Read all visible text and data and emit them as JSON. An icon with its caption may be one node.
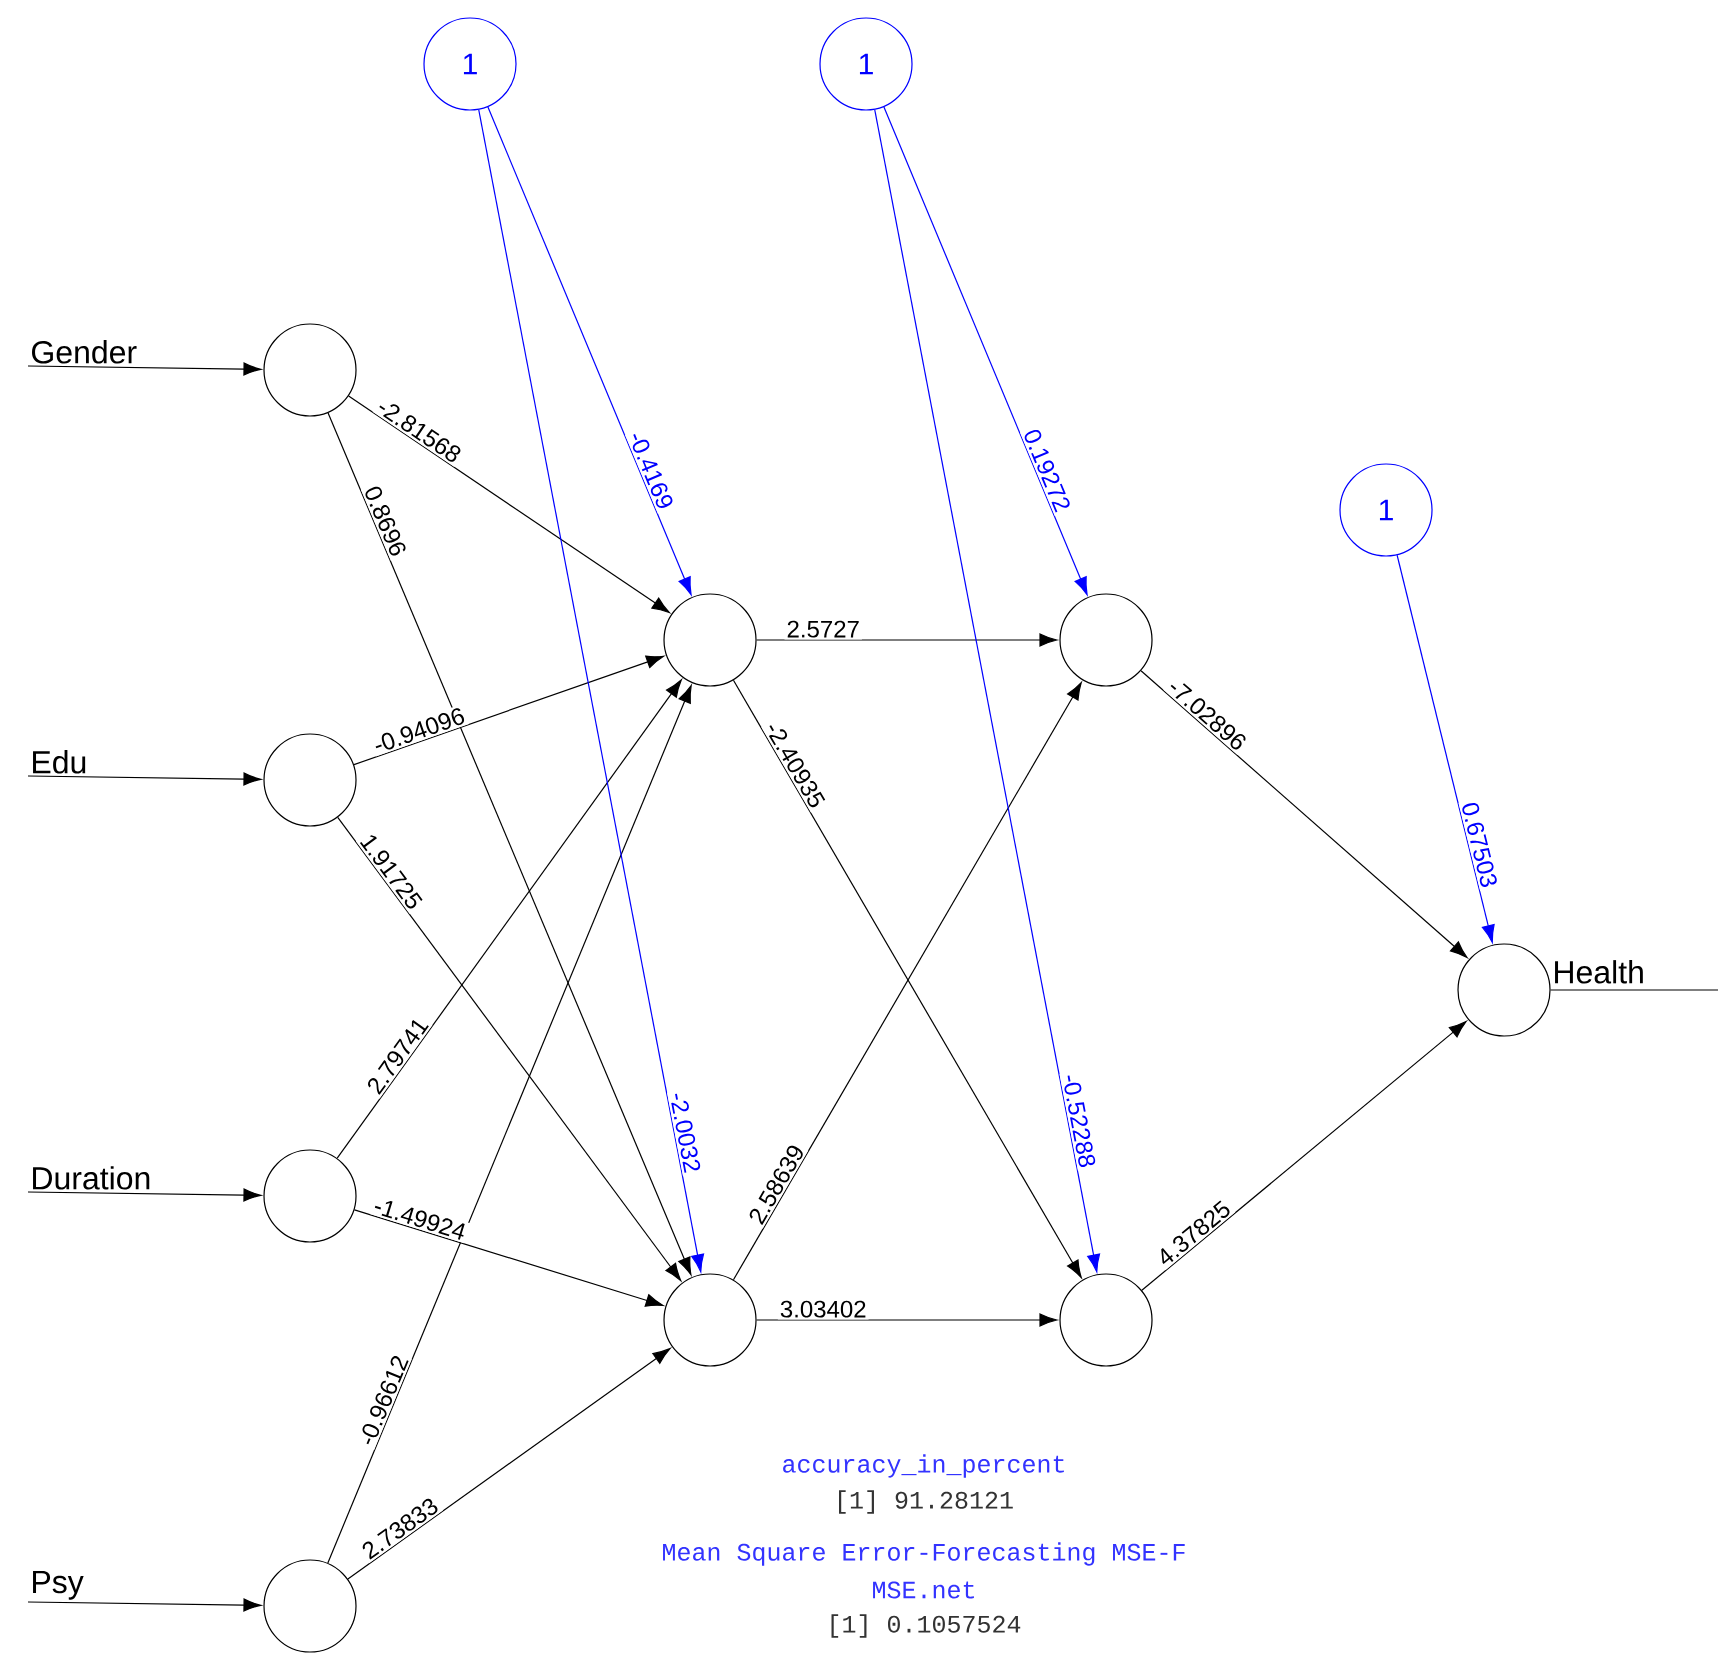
{
  "diagram": {
    "nodes": [
      {
        "text": [
          "1"
        ]
      },
      {
        "text": [
          "1"
        ]
      },
      {
        "text": [
          "1"
        ]
      },
      {
        "text": [],
        "shape": "circle"
      },
      {
        "text": [],
        "shape": "circle"
      },
      {
        "text": [],
        "shape": "circle"
      },
      {
        "text": [],
        "shape": "circle"
      },
      {
        "text": [],
        "shape": "circle"
      },
      {
        "text": [],
        "shape": "circle"
      },
      {
        "text": [],
        "shape": "circle"
      },
      {
        "text": [],
        "shape": "circle"
      },
      {
        "text": [],
        "shape": "circle",
        "beside": [
          "Health"
        ]
      },
      {
        "text": [
          "Gender"
        ]
      },
      {
        "text": [
          "Edu"
        ]
      },
      {
        "text": [
          "Duration"
        ]
      },
      {
        "text": [
          "Psy"
        ]
      }
    ],
    "edges": [
      {
        "from": 12,
        "to": 3,
        "arrow": "to"
      },
      {
        "from": 13,
        "to": 4,
        "arrow": "to"
      },
      {
        "from": 14,
        "to": 5,
        "arrow": "to"
      },
      {
        "from": 15,
        "to": 6,
        "arrow": "to"
      },
      {
        "from": 3,
        "to": 7,
        "arrow": "to",
        "label": "-2.81568"
      },
      {
        "from": 3,
        "to": 8,
        "arrow": "to",
        "label": "0.8696"
      },
      {
        "from": 4,
        "to": 7,
        "arrow": "to",
        "label": "-0.94096"
      },
      {
        "from": 4,
        "to": 8,
        "arrow": "to",
        "label": "1.91725"
      },
      {
        "from": 5,
        "to": 7,
        "arrow": "to",
        "label": "2.79741"
      },
      {
        "from": 5,
        "to": 8,
        "arrow": "to",
        "label": "-1.49924"
      },
      {
        "from": 6,
        "to": 7,
        "arrow": "to",
        "label": "-0.96612"
      },
      {
        "from": 6,
        "to": 8,
        "arrow": "to",
        "label": "2.73833"
      },
      {
        "from": 0,
        "to": 7,
        "arrow": "to",
        "label": "-0.4169",
        "color": "#0000ff"
      },
      {
        "from": 0,
        "to": 8,
        "arrow": "to",
        "label": "-2.0032",
        "color": "#0000ff"
      },
      {
        "from": 7,
        "to": 9,
        "arrow": "to",
        "label": "2.5727"
      },
      {
        "from": 7,
        "to": 10,
        "arrow": "to",
        "label": "-2.40935"
      },
      {
        "from": 8,
        "to": 9,
        "arrow": "to",
        "label": "2.58639"
      },
      {
        "from": 8,
        "to": 10,
        "arrow": "to",
        "label": "3.03402"
      },
      {
        "from": 1,
        "to": 9,
        "arrow": "to",
        "label": "0.19272",
        "color": "#0000ff"
      },
      {
        "from": 1,
        "to": 10,
        "arrow": "to",
        "label": "-0.52288",
        "color": "#0000ff"
      },
      {
        "from": 9,
        "to": 11,
        "arrow": "to",
        "label": "-7.02896"
      },
      {
        "from": 10,
        "to": 11,
        "arrow": "to",
        "label": "4.37825"
      },
      {
        "from": 2,
        "to": 11,
        "arrow": "to",
        "label": "0.67503",
        "color": "#0000ff"
      },
      {
        "from": 11,
        "to": null,
        "arrow": "none"
      }
    ],
    "labels": [
      "accuracy_in_percent",
      "[1] 91.28121",
      "Mean Square Error-Forecasting MSE-F",
      "MSE.net",
      "[1] 0.1057524"
    ]
  }
}
